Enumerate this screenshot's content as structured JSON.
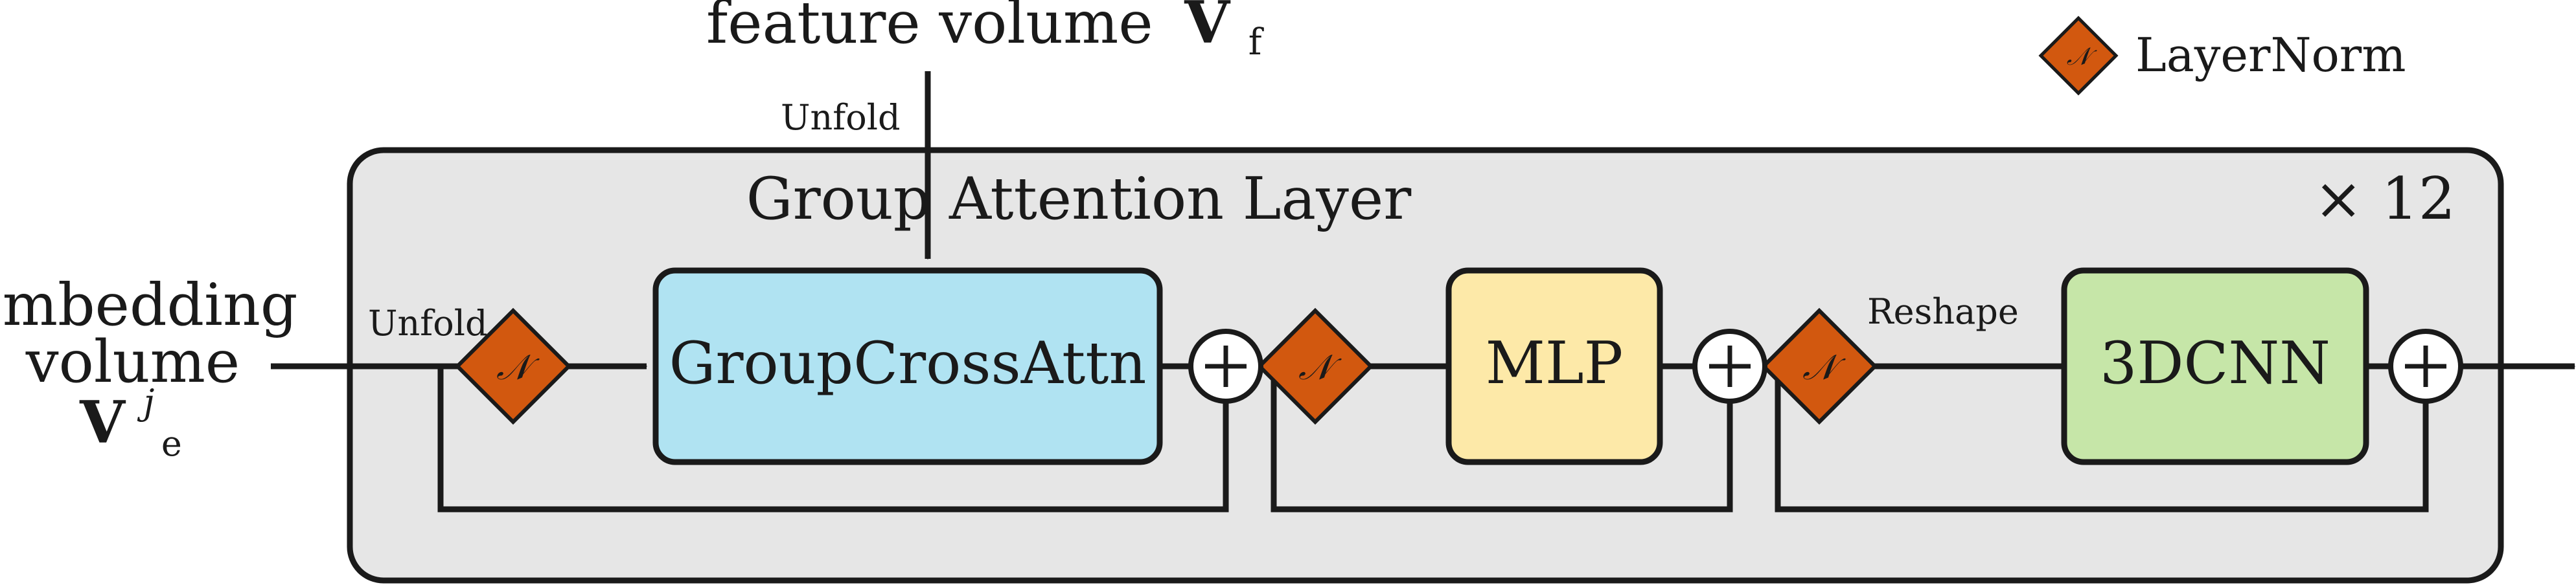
{
  "inputs": {
    "feature_volume_label": "feature volume",
    "feature_volume_symbol": "V",
    "feature_volume_subscript": "f",
    "embedding_line1": "embedding",
    "embedding_line2": "volume",
    "embedding_symbol": "V",
    "embedding_subscript": "e",
    "embedding_superscript": "j"
  },
  "edge_labels": {
    "unfold_top": "Unfold",
    "unfold_left": "Unfold",
    "reshape": "Reshape"
  },
  "layer": {
    "title": "Group Attention Layer",
    "repeat": "× 12"
  },
  "blocks": {
    "cross_attn": "GroupCrossAttn",
    "mlp": "MLP",
    "cnn": "3DCNN"
  },
  "norm_symbol": "𝒩",
  "add_symbol": "+",
  "legend": {
    "label": "LayerNorm"
  },
  "colors": {
    "layer_fill": "#e6e6e6",
    "cross_attn_fill": "#b0e3f2",
    "mlp_fill": "#fde9a8",
    "cnn_fill": "#c6e6a8",
    "norm_fill": "#d2580f",
    "stroke": "#1a1a1a"
  }
}
